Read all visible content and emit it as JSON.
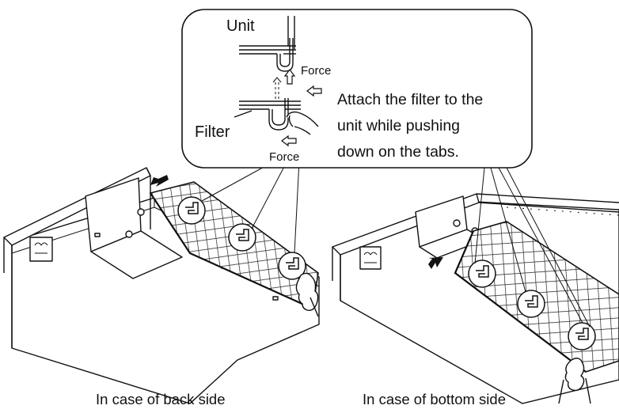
{
  "callout": {
    "unit_label": "Unit",
    "force_label_top": "Force",
    "filter_label": "Filter",
    "force_label_bottom": "Force",
    "instruction_lines": [
      "Attach the filter to the",
      "unit while pushing",
      "down on the tabs."
    ]
  },
  "captions": {
    "back_side": "In case of back side",
    "bottom_side": "In case of bottom side"
  }
}
